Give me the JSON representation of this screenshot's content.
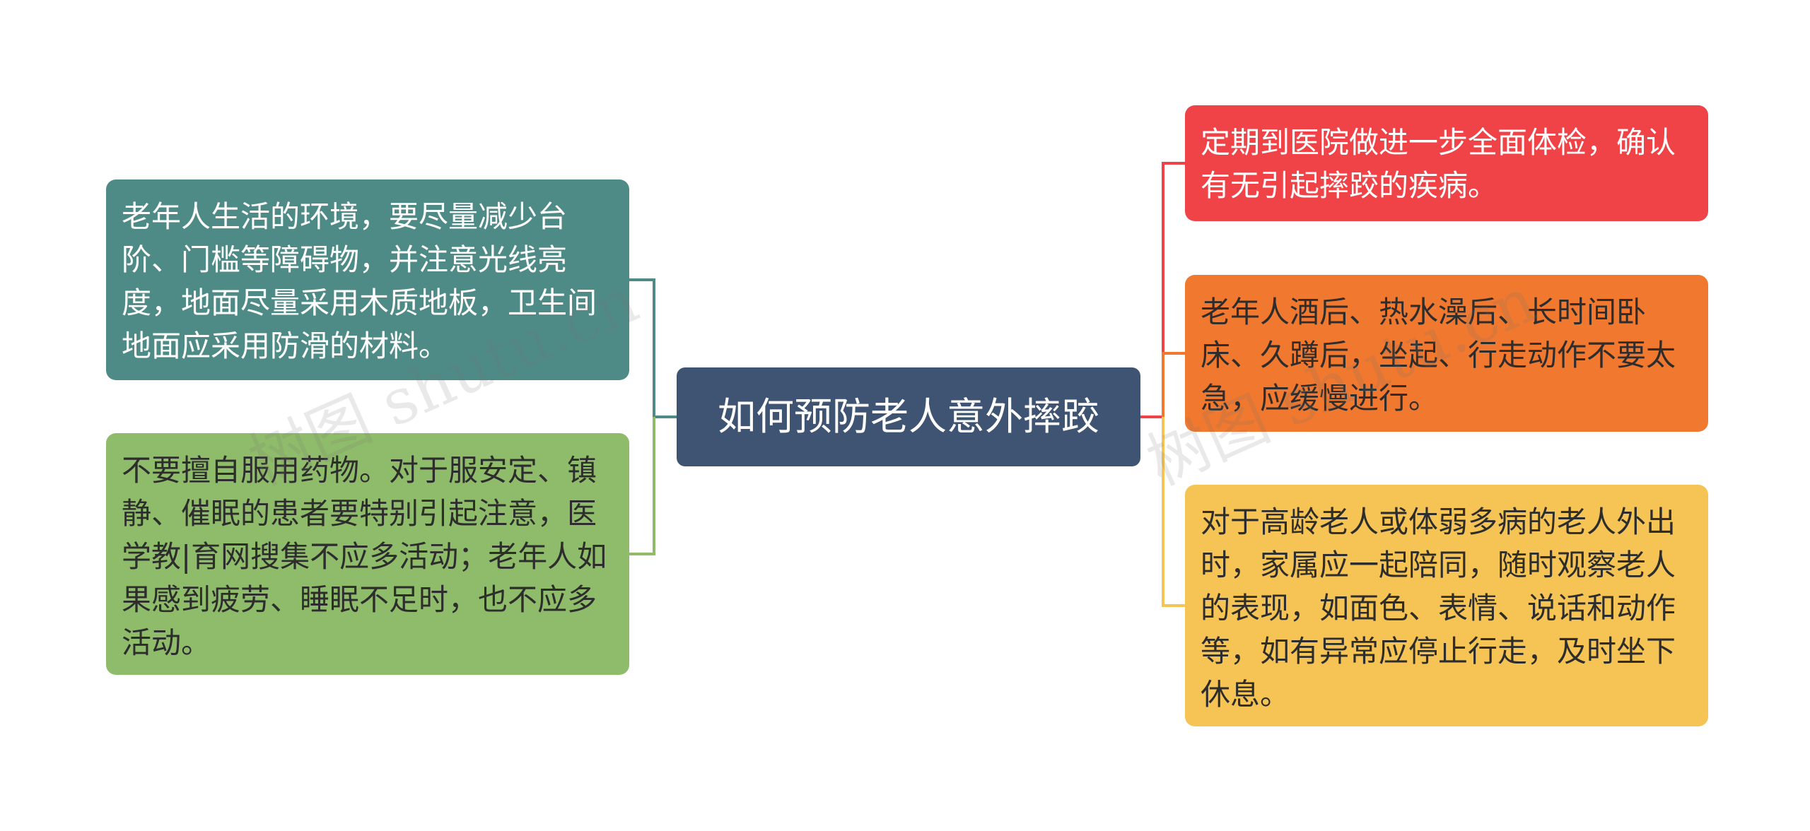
{
  "center": {
    "title": "如何预防老人意外摔跤"
  },
  "left": [
    {
      "text": "老年人生活的环境，要尽量减少台阶、门槛等障碍物，并注意光线亮度，地面尽量采用木质地板，卫生间地面应采用防滑的材料。",
      "color": "#4e8b86"
    },
    {
      "text": "不要擅自服用药物。对于服安定、镇静、催眠的患者要特别引起注意，医学教|育网搜集不应多活动；老年人如果感到疲劳、睡眠不足时，也不应多活动。",
      "color": "#8fbc6a"
    }
  ],
  "right": [
    {
      "text": "定期到医院做进一步全面体检，确认有无引起摔跤的疾病。",
      "color": "#f04347"
    },
    {
      "text": "老年人酒后、热水澡后、长时间卧床、久蹲后，坐起、行走动作不要太急，应缓慢进行。",
      "color": "#f0782f"
    },
    {
      "text": "对于高龄老人或体弱多病的老人外出时，家属应一起陪同，随时观察老人的表现，如面色、表情、说话和动作等，如有异常应停止行走，及时坐下休息。",
      "color": "#f6c455"
    }
  ],
  "watermark": "树图 shutu.cn"
}
